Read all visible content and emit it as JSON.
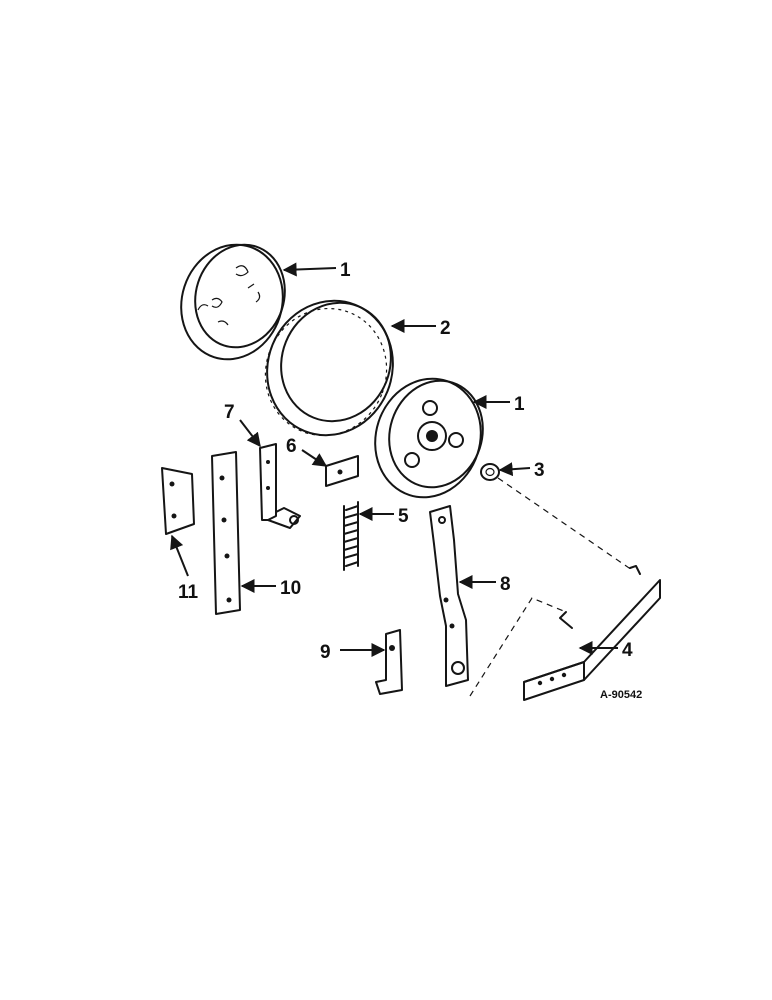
{
  "figure_id": "A-90542",
  "callouts": {
    "c1a": "1",
    "c2": "2",
    "c1b": "1",
    "c3": "3",
    "c4": "4",
    "c5": "5",
    "c6": "6",
    "c7": "7",
    "c8": "8",
    "c9": "9",
    "c10": "10",
    "c11": "11"
  }
}
